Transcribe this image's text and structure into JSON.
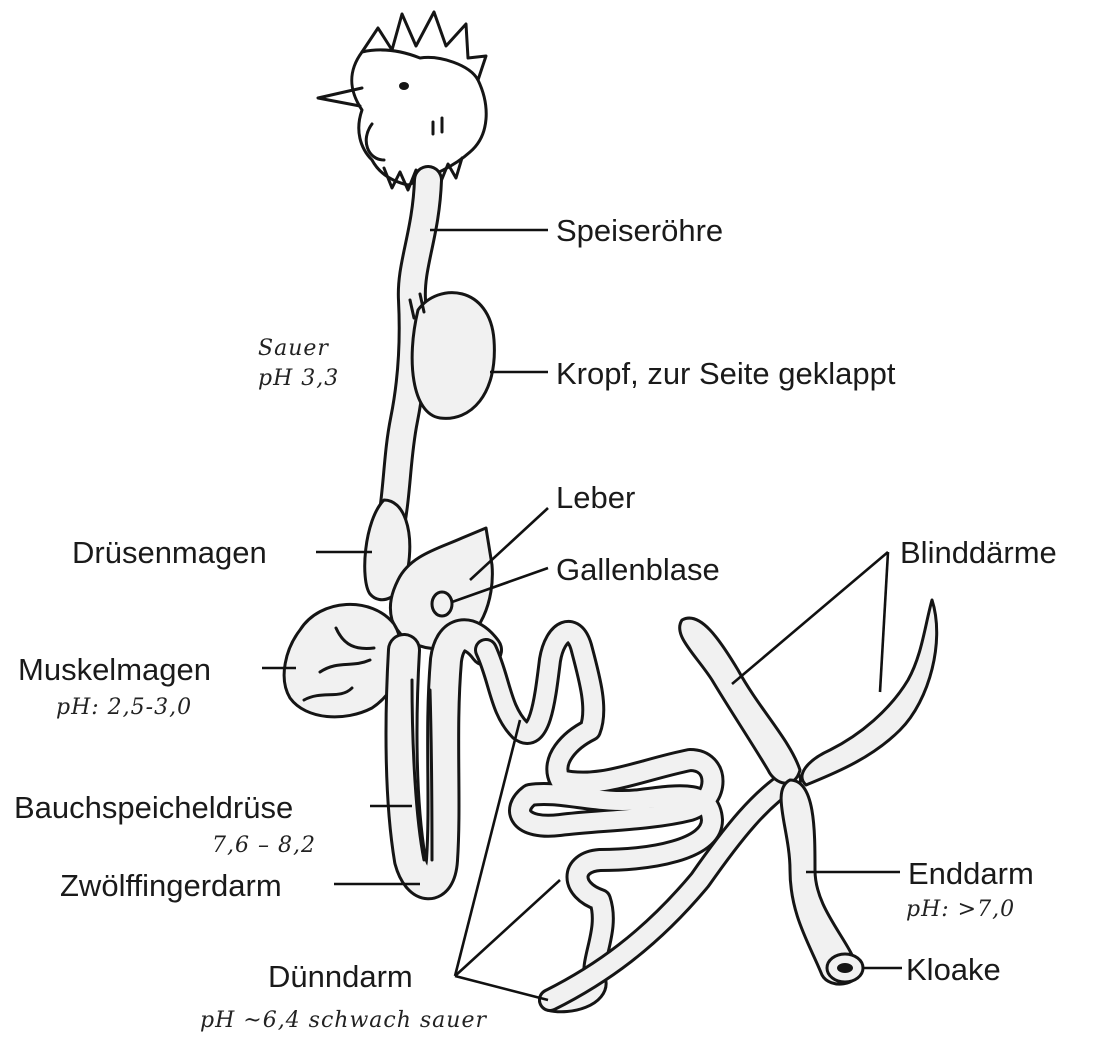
{
  "labels": {
    "speiseroehre": "Speiseröhre",
    "kropf": "Kropf, zur Seite geklappt",
    "leber": "Leber",
    "gallenblase": "Gallenblase",
    "druesenmagen": "Drüsenmagen",
    "blinddaerme": "Blinddärme",
    "muskelmagen": "Muskelmagen",
    "bauchspeicheldruese": "Bauchspeicheldrüse",
    "zwoelffingerdarm": "Zwölffingerdarm",
    "enddarm": "Enddarm",
    "kloake": "Kloake",
    "duenndarm": "Dünndarm"
  },
  "notes": {
    "kropf_line1": "Sauer",
    "kropf_line2": "pH 3,3",
    "muskelmagen_ph": "pH: 2,5-3,0",
    "bauchspeicheldruese_ph": "7,6 – 8,2",
    "enddarm_ph": "pH: >7,0",
    "duenndarm_ph": "pH ~6,4 schwach sauer"
  },
  "colors": {
    "ink": "#151515",
    "organ_fill": "#f1f1f1",
    "background": "#ffffff"
  }
}
